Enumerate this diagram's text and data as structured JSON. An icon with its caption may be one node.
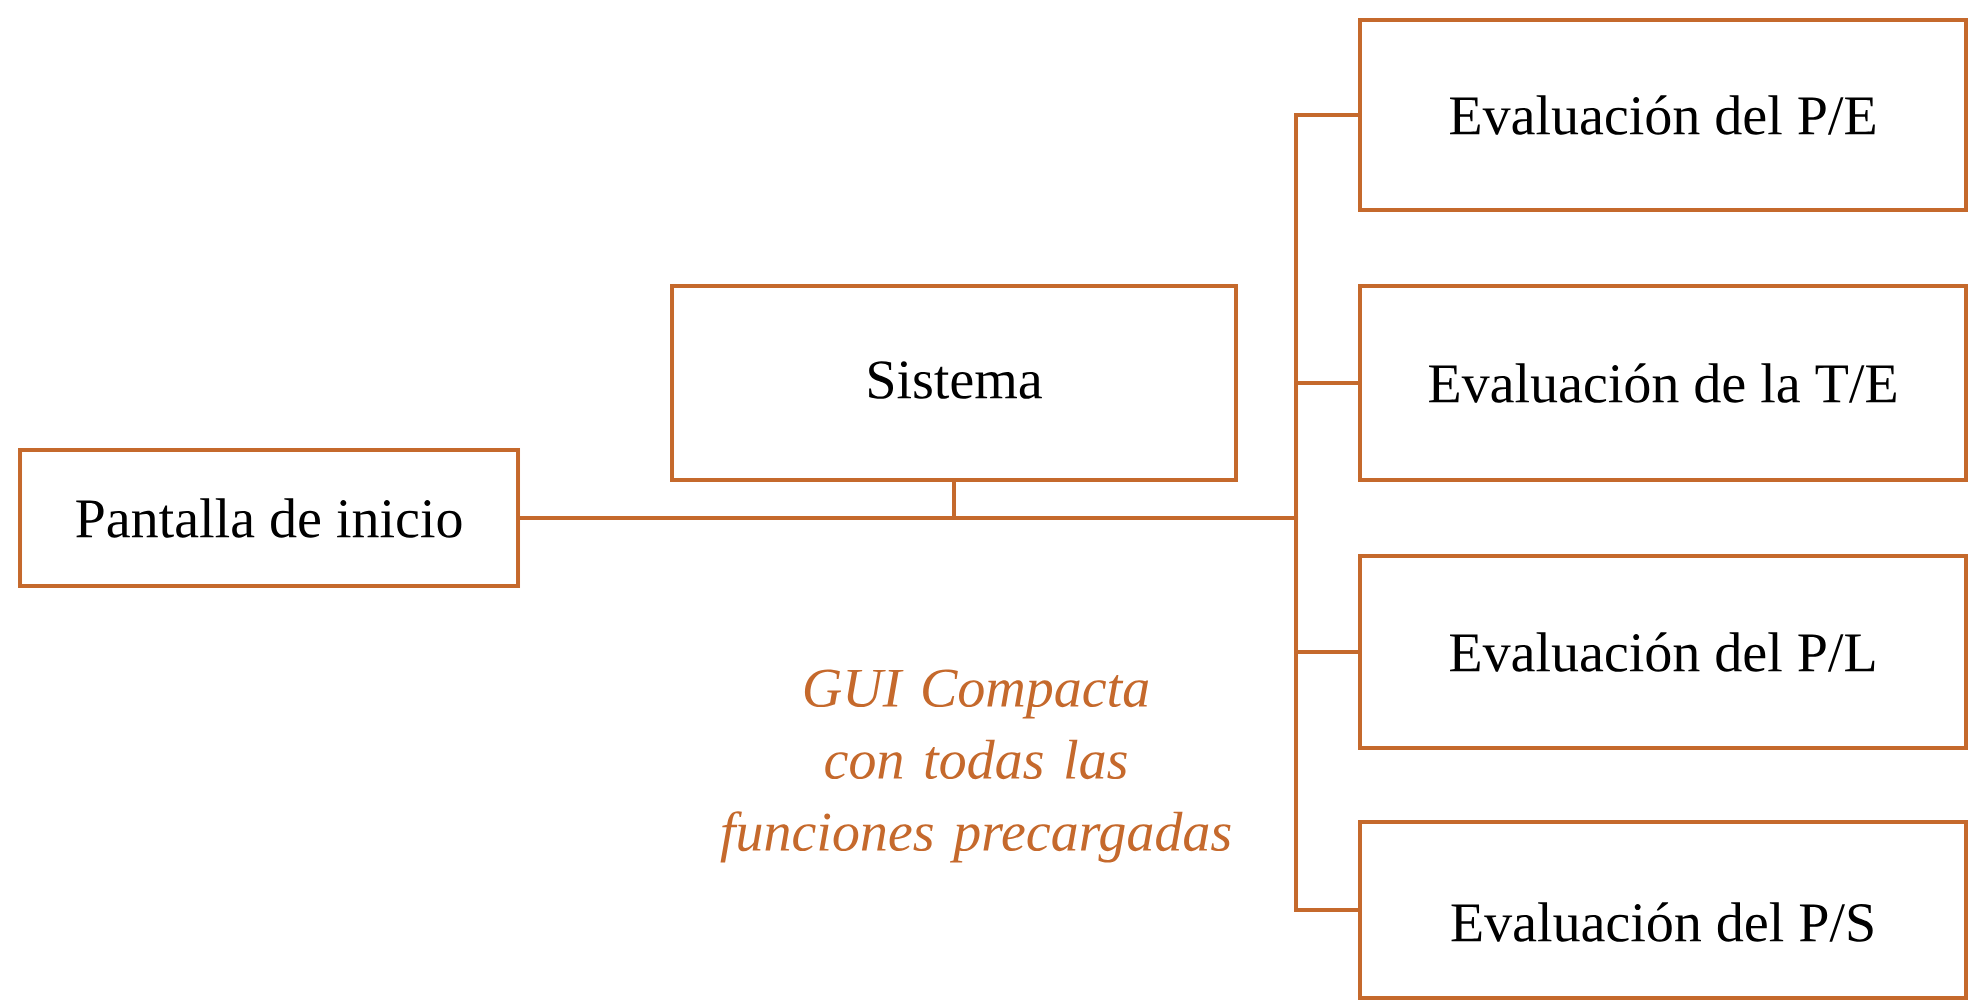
{
  "diagram": {
    "nodes": [
      {
        "text": [
          "Pantalla de inicio"
        ]
      },
      {
        "text": [
          "Sistema"
        ]
      },
      {
        "text": [
          "Evaluación del P/E"
        ]
      },
      {
        "text": [
          "Evaluación de la T/E"
        ]
      },
      {
        "text": [
          "Evaluación del P/L"
        ]
      },
      {
        "text": [
          "Evaluación del P/S"
        ]
      }
    ],
    "edges": [
      {
        "from": 0,
        "to": 1,
        "arrow": "none"
      },
      {
        "from": 0,
        "to": 2,
        "arrow": "none"
      },
      {
        "from": 0,
        "to": 3,
        "arrow": "none"
      },
      {
        "from": 0,
        "to": 4,
        "arrow": "none"
      },
      {
        "from": 0,
        "to": 5,
        "arrow": "none"
      }
    ],
    "labels": [
      "GUI Compacta con todas las funciones precargadas"
    ]
  }
}
